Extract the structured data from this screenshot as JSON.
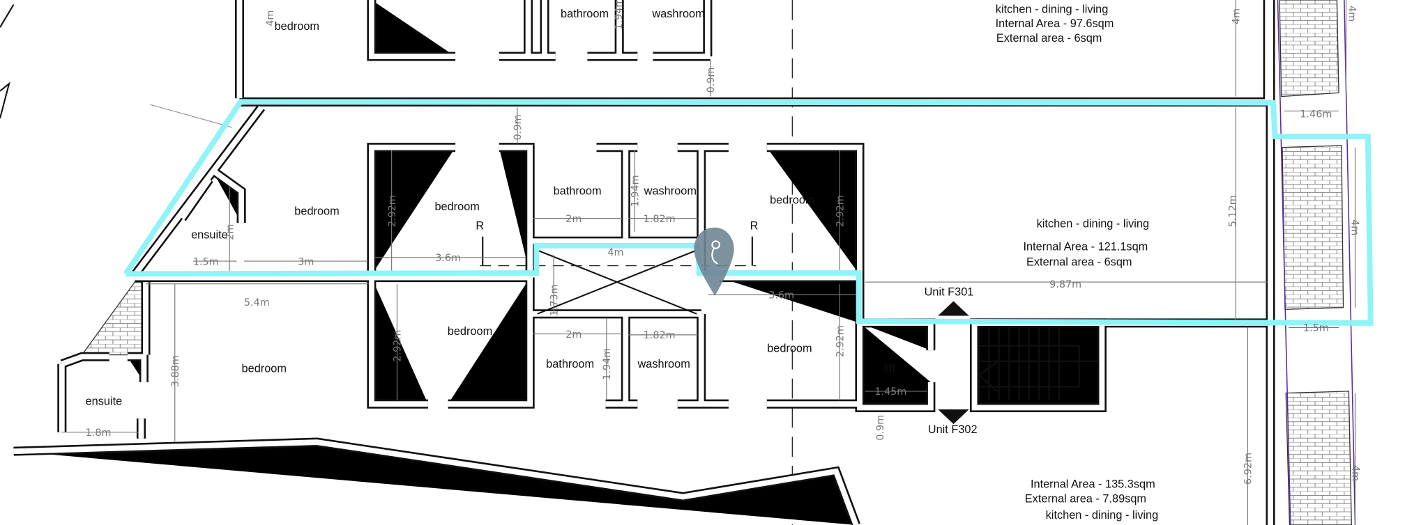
{
  "colors": {
    "unit_outline": "#8ef4f7",
    "wall": "#111111",
    "dimension": "#777777",
    "boundary": "#5a2ca0",
    "pin": "#6f8593"
  },
  "rooms": [
    "bedroom",
    "bathroom",
    "washroom",
    "bedroom",
    "ensuite",
    "bedroom",
    "bathroom",
    "washroom",
    "bedroom",
    "bedroom",
    "bathroom",
    "washroom",
    "bedroom",
    "bedroom",
    "ensuite",
    "lift"
  ],
  "markers": [
    "R",
    "R"
  ],
  "units": {
    "f301": "Unit F301",
    "f302": "Unit F302"
  },
  "areas": {
    "top": {
      "room": "kitchen - dining - living",
      "internal": "Internal Area - 97.6sqm",
      "external": "External area - 6sqm"
    },
    "f301": {
      "room": "kitchen - dining - living",
      "internal": "Internal Area - 121.1sqm",
      "external": "External area - 6sqm"
    },
    "f302": {
      "internal": "Internal Area - 135.3sqm",
      "external": "External area - 7.89sqm",
      "room": "kitchen - dining - living"
    }
  },
  "dims": [
    "4m",
    "1.94m",
    "0.9m",
    "4m",
    "4m",
    "1.46m",
    "0.9m",
    "2.92m",
    "1.94m",
    "2m",
    "1.82m",
    "2.92m",
    "5.12m",
    "4m",
    "2m",
    "1.5m",
    "3m",
    "3.6m",
    "4m",
    "1.73m",
    "3.6m",
    "9.87m",
    "5.4m",
    "1.5m",
    "2.92m",
    "2m",
    "1.82m",
    "1.94m",
    "2.92m",
    "3.88m",
    "1.45m",
    "0.9m",
    "1.8m",
    "6.92m",
    "4m"
  ]
}
